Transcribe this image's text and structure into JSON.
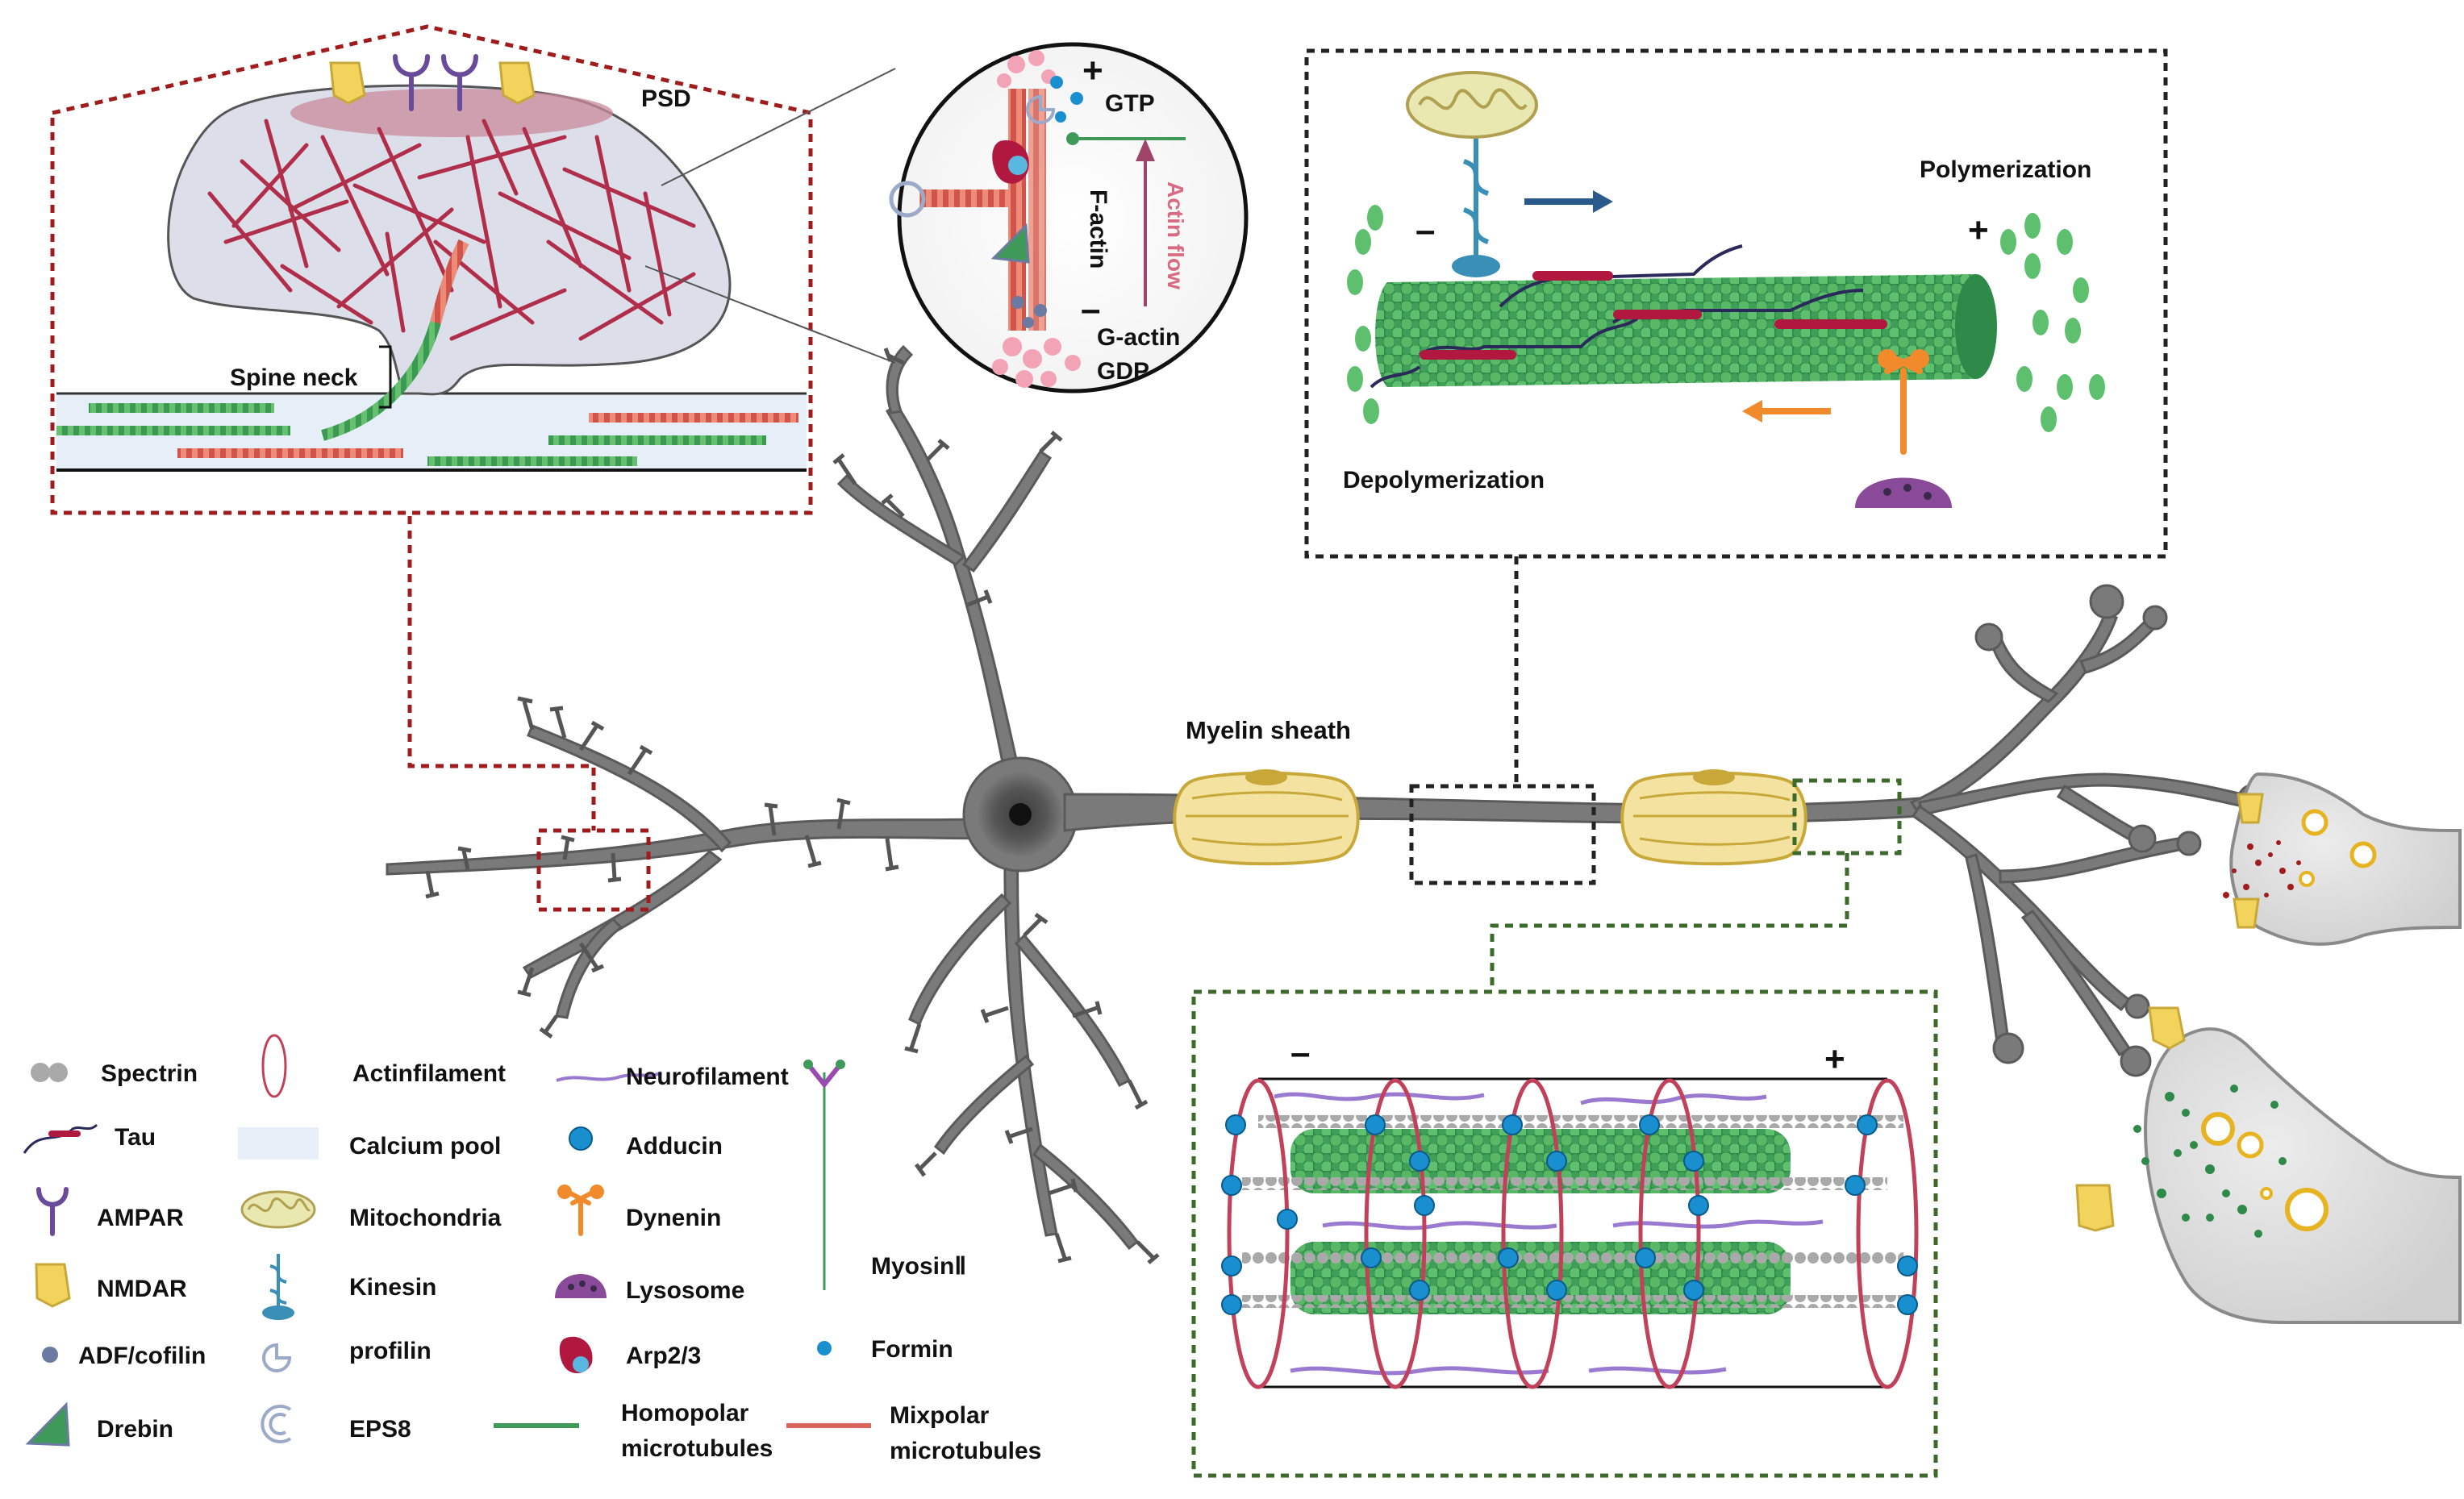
{
  "labels": {
    "psd": "PSD",
    "spine_neck": "Spine neck",
    "gtp": "GTP",
    "f_actin": "F-actin",
    "g_actin": "G-actin",
    "gdp": "GDP",
    "actin_flow": "Actin flow",
    "plus": "+",
    "minus": "–",
    "polymerization": "Polymerization",
    "depolymerization": "Depolymerization",
    "myelin_sheath": "Myelin sheath"
  },
  "legend": [
    {
      "id": "spectrin",
      "label": "Spectrin"
    },
    {
      "id": "tau",
      "label": "Tau"
    },
    {
      "id": "ampar",
      "label": "AMPAR"
    },
    {
      "id": "nmdar",
      "label": "NMDAR"
    },
    {
      "id": "adf-cofilin",
      "label": "ADF/cofilin"
    },
    {
      "id": "drebin",
      "label": "Drebin"
    },
    {
      "id": "actinfilament",
      "label": "Actinfilament"
    },
    {
      "id": "calcium-pool",
      "label": "Calcium pool"
    },
    {
      "id": "mitochondria",
      "label": "Mitochondria"
    },
    {
      "id": "kinesin",
      "label": "Kinesin"
    },
    {
      "id": "profilin",
      "label": "profilin"
    },
    {
      "id": "eps8",
      "label": "EPS8"
    },
    {
      "id": "neurofilament",
      "label": "Neurofilament"
    },
    {
      "id": "adducin",
      "label": "Adducin"
    },
    {
      "id": "dynenin",
      "label": "Dynenin"
    },
    {
      "id": "lysosome",
      "label": "Lysosome"
    },
    {
      "id": "arp2-3",
      "label": "Arp2/3"
    },
    {
      "id": "homopolar",
      "label": "Homopolar",
      "label2": "microtubules"
    },
    {
      "id": "myosin",
      "label": "MyosinⅡ"
    },
    {
      "id": "formin",
      "label": "Formin"
    },
    {
      "id": "mixpolar",
      "label": "Mixpolar",
      "label2": "microtubules"
    }
  ],
  "colors": {
    "neuron": "#7a7a7a",
    "neuron_dark": "#4d4d4d",
    "red_frame": "#a01c1c",
    "green_frame": "#3c6a2a",
    "actin": "#c2415a",
    "microtubule": "#3f9a5a",
    "mixpolar": "#d9665a",
    "adducin": "#1a8fd0",
    "myelin": "#e3c55a",
    "nmdar": "#f2d35c",
    "ampar": "#6a4a9a",
    "dynein": "#f08a2a",
    "lysosome": "#8a4a9a",
    "kinesin": "#3a8fb6",
    "calcium_pool": "#e6eef8"
  },
  "icons": [
    "nmdar-icon",
    "ampar-icon",
    "mitochondria-icon",
    "kinesin-icon",
    "dynein-icon",
    "lysosome-icon",
    "arp23-icon",
    "formin-icon",
    "myosin-icon",
    "spectrin-icon",
    "tau-icon",
    "drebin-icon",
    "profilin-icon",
    "eps8-icon",
    "adducin-icon"
  ]
}
